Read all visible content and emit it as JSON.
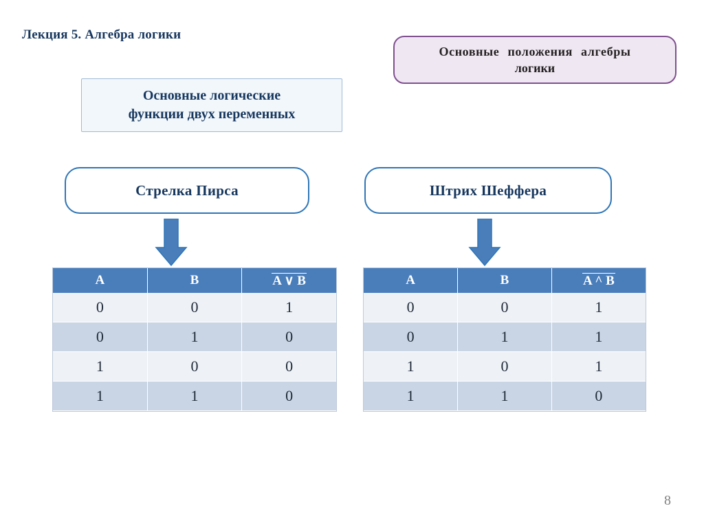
{
  "slide": {
    "title": "Лекция 5. Алгебра логики",
    "page_number": "8"
  },
  "callouts": {
    "topic_box": {
      "line1": "Основные положения алгебры",
      "line2": "логики",
      "border_color": "#7f4f8f",
      "fill_color": "#efe7f2"
    },
    "subtopic_box": {
      "line1": "Основные логические",
      "line2": "функции двух переменных",
      "border_color": "#9fb9d6",
      "fill_color": "#f2f7fc"
    }
  },
  "operations": [
    {
      "name": "Стрелка Пирса",
      "arrow": "down-arrow",
      "table": {
        "headers": [
          "A",
          "B",
          "A ∨ B"
        ],
        "header_overline": "A ∨ B",
        "rows": [
          [
            "0",
            "0",
            "1"
          ],
          [
            "0",
            "1",
            "0"
          ],
          [
            "1",
            "0",
            "0"
          ],
          [
            "1",
            "1",
            "0"
          ]
        ]
      }
    },
    {
      "name": "Штрих Шеффера",
      "arrow": "down-arrow",
      "table": {
        "headers": [
          "A",
          "B",
          "A ^ B"
        ],
        "header_overline": "A ^ B",
        "rows": [
          [
            "0",
            "0",
            "1"
          ],
          [
            "0",
            "1",
            "1"
          ],
          [
            "1",
            "0",
            "1"
          ],
          [
            "1",
            "1",
            "0"
          ]
        ]
      }
    }
  ],
  "theme": {
    "accent_blue": "#2e75b6",
    "header_blue": "#4a7ebb",
    "row_light": "#eef2f7",
    "row_dark": "#c9d5e4",
    "title_color": "#17375e"
  }
}
